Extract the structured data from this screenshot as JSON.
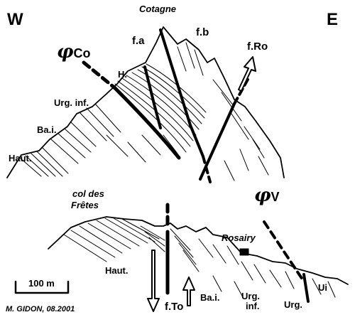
{
  "compass": {
    "west": "W",
    "east": "E"
  },
  "upper_panel": {
    "peak_name": "Cotagne",
    "faults": {
      "fa": "f.a",
      "fb": "f.b",
      "fro": "f.Ro",
      "phi_co_symbol": "φ",
      "phi_co_suffix": "Co"
    },
    "formations": {
      "h": "H.",
      "urg_inf": "Urg. inf.",
      "bai": "Ba.i.",
      "haut": "Haut."
    }
  },
  "lower_panel": {
    "pass_name_line1": "col des",
    "pass_name_line2": "Frêtes",
    "hamlet": "Rosairy",
    "faults": {
      "phi_v_symbol": "φ",
      "phi_v_suffix": "V",
      "fto": "f.To"
    },
    "formations": {
      "haut": "Haut.",
      "bai": "Ba.i.",
      "urg_inf_line1": "Urg.",
      "urg_inf_line2": "inf.",
      "urg": "Urg.",
      "ui": "Ui"
    }
  },
  "scale_bar": {
    "label": "100 m"
  },
  "credit": "M. GIDON, 08.2001"
}
